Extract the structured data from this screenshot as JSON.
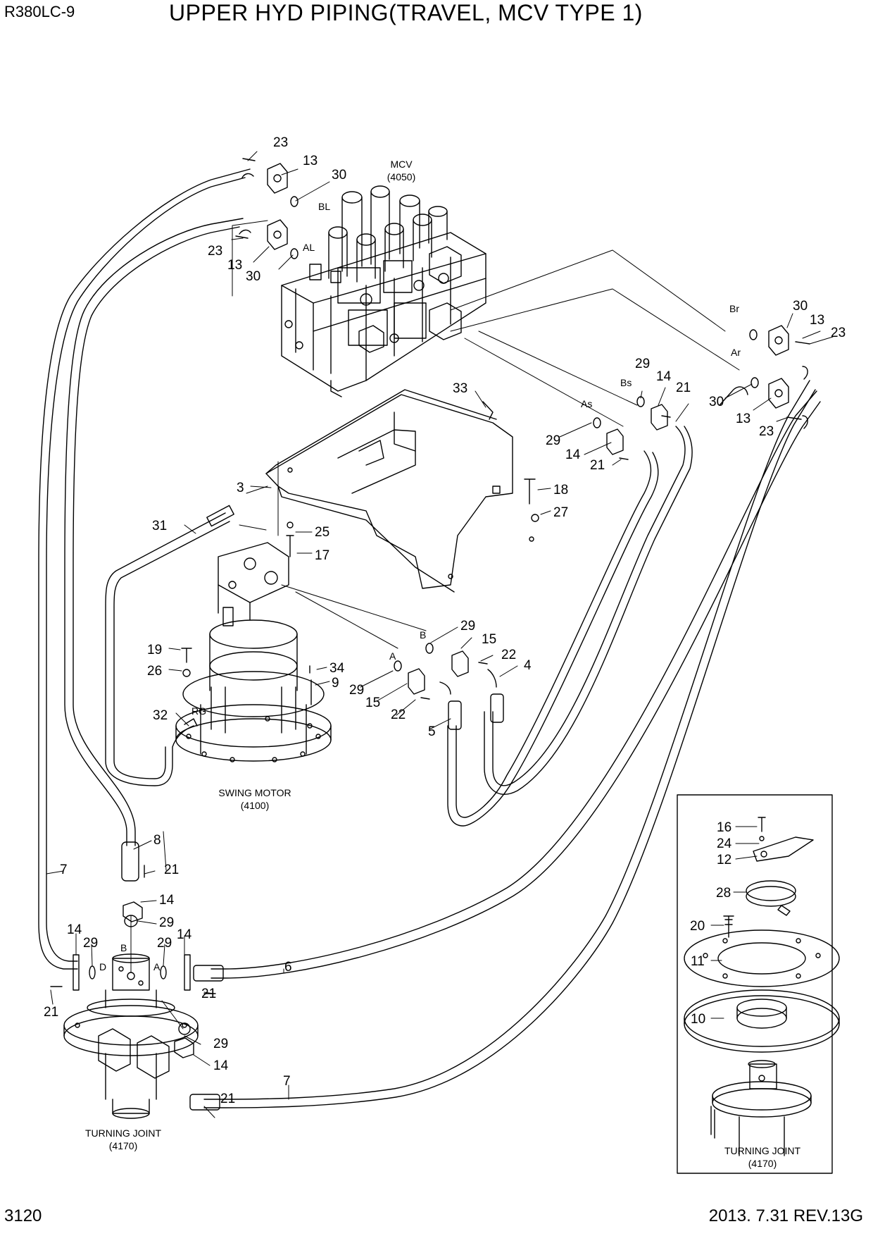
{
  "header": {
    "model": "R380LC-9",
    "title": "UPPER HYD PIPING(TRAVEL, MCV TYPE 1)"
  },
  "footer": {
    "page_number": "3120",
    "revision": "2013. 7.31  REV.13G"
  },
  "components": {
    "mcv": {
      "name": "MCV",
      "code": "(4050)"
    },
    "swing_motor": {
      "name": "SWING MOTOR",
      "code": "(4100)"
    },
    "turning_joint": {
      "name": "TURNING JOINT",
      "code": "(4170)"
    },
    "inset_turning_joint": {
      "name": "TURNING JOINT",
      "code": "(4170)"
    }
  },
  "port_labels": [
    "BL",
    "AL",
    "Br",
    "Ar",
    "As",
    "Bs",
    "A",
    "B",
    "RG",
    "D",
    "B",
    "A"
  ],
  "callouts": [
    "23",
    "13",
    "30",
    "23",
    "13",
    "30",
    "30",
    "13",
    "23",
    "30",
    "13",
    "23",
    "29",
    "14",
    "21",
    "33",
    "29",
    "14",
    "21",
    "3",
    "18",
    "27",
    "31",
    "25",
    "17",
    "19",
    "26",
    "34",
    "9",
    "32",
    "29",
    "15",
    "22",
    "4",
    "29",
    "15",
    "22",
    "5",
    "8",
    "21",
    "14",
    "29",
    "7",
    "14",
    "29",
    "29",
    "14",
    "21",
    "6",
    "21",
    "29",
    "14",
    "21",
    "7",
    "16",
    "24",
    "12",
    "28",
    "20",
    "11",
    "10"
  ]
}
